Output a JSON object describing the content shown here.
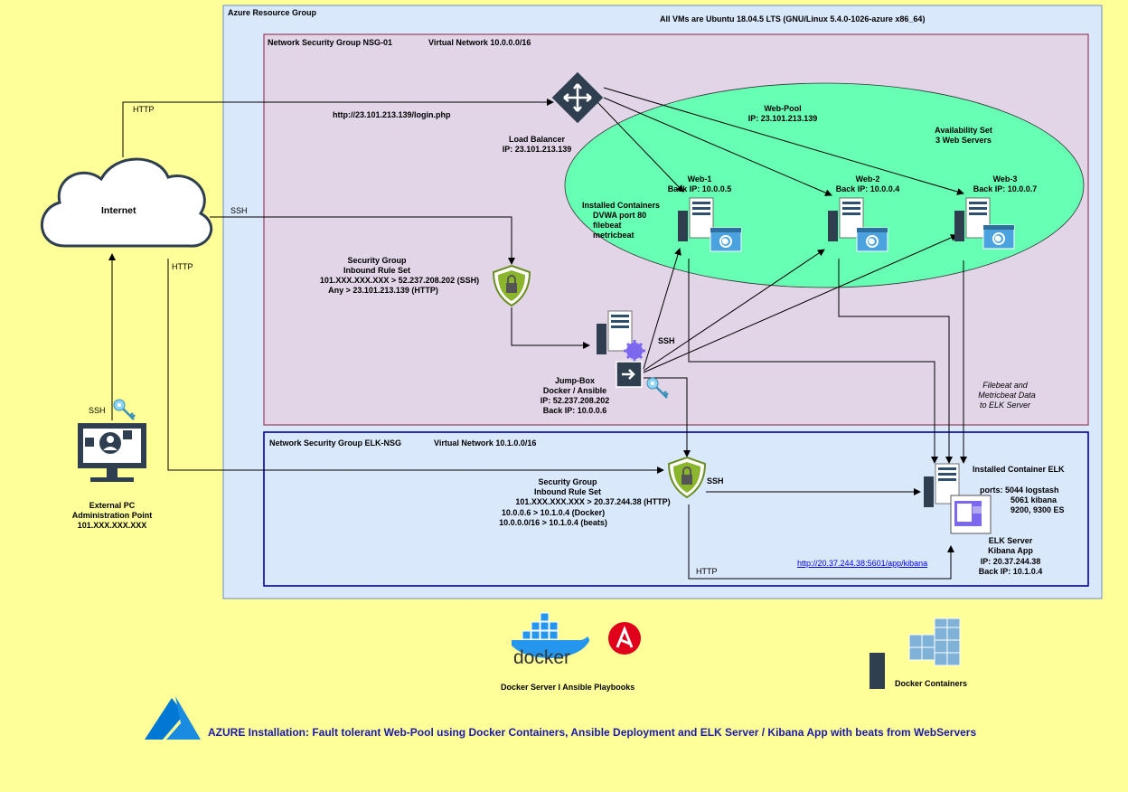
{
  "labels": {
    "resource_group": "Azure Resource Group",
    "os_note": "All VMs are Ubuntu 18.04.5 LTS (GNU/Linux 5.4.0-1026-azure x86_64)",
    "nsg1": "Network Security Group  NSG-01",
    "vnet1": "Virtual Network 10.0.0.0/16",
    "nsg2": "Network Security Group  ELK-NSG",
    "vnet2": "Virtual Network 10.1.0.0/16",
    "internet": "Internet",
    "http_top": "HTTP",
    "ssh_internet": "SSH",
    "http_internet": "HTTP",
    "ssh_pc": "SSH",
    "login_url": "http://23.101.213.139/login.php",
    "lb_title": "Load Balancer",
    "lb_ip": "IP: 23.101.213.139",
    "webpool_title": "Web-Pool",
    "webpool_ip": "IP: 23.101.213.139",
    "avail_line1": "Availability Set",
    "avail_line2": "3 Web Servers",
    "web1_title": "Web-1",
    "web1_ip": "Back IP: 10.0.0.5",
    "web2_title": "Web-2",
    "web2_ip": "Back IP: 10.0.0.4",
    "web3_title": "Web-3",
    "web3_ip": "Back IP: 10.0.0.7",
    "containers_line1": "Installed Containers",
    "containers_line2": "DVWA  port 80",
    "containers_line3": "filebeat",
    "containers_line4": "metricbeat",
    "sg1_line1": "Security Group",
    "sg1_line2": "Inbound Rule Set",
    "sg1_line3": "101.XXX.XXX.XXX > 52.237.208.202 (SSH)",
    "sg1_line4": "Any > 23.101.213.139 (HTTP)",
    "ssh_jump": "SSH",
    "jump_line1": "Jump-Box",
    "jump_line2": "Docker / Ansible",
    "jump_line3": "IP: 52.237.208.202",
    "jump_line4": "Back IP: 10.0.0.6",
    "beats_line1": "Filebeat and",
    "beats_line2": "Metricbeat Data",
    "beats_line3": "to ELK Server",
    "pc_line1": "External  PC",
    "pc_line2": "Administration Point",
    "pc_line3": "101.XXX.XXX.XXX",
    "sg2_line1": "Security Group",
    "sg2_line2": "Inbound Rule Set",
    "sg2_line3": "101.XXX.XXX.XXX > 20.37.244.38 (HTTP)",
    "sg2_line4": "10.0.0.6 > 10.1.0.4 (Docker)",
    "sg2_line5": "10.0.0.0/16 > 10.1.0.4 (beats)",
    "ssh_elk": "SSH",
    "http_elk": "HTTP",
    "kibana_url": "http://20.37.244.38:5601/app/kibana",
    "elk_container": "Installed Container  ELK",
    "ports_line1": "ports:  5044 logstash",
    "ports_line2": "5061 kibana",
    "ports_line3": "9200, 9300 ES",
    "elk_line1": "ELK Server",
    "elk_line2": "Kibana App",
    "elk_line3": "IP: 20.37.244.38",
    "elk_line4": "Back IP: 10.1.0.4",
    "docker_word": "docker",
    "legend_tools": "Docker Server   I   Ansible Playbooks",
    "legend_containers": "Docker Containers",
    "footer": "AZURE Installation: Fault tolerant Web-Pool using Docker Containers, Ansible Deployment and ELK Server / Kibana App with beats from WebServers"
  },
  "colors": {
    "background": "#ffff99",
    "resource_group_fill": "#dae8fc",
    "nsg1_fill": "#e1d5e7",
    "nsg1_border": "#9b3e5d",
    "nsg2_border": "#0000aa",
    "availability_set": "#66ffb3",
    "caption": "#1a1aa6",
    "docker_blue": "#2496ed",
    "ansible_red": "#e0001b",
    "azure_blue": "#0078d4"
  },
  "icons": [
    "cloud-icon",
    "router-icon",
    "server-icon",
    "web-globe-icon",
    "shield-lock-icon",
    "gear-icon",
    "login-arrow-icon",
    "key-icon",
    "monitor-user-icon",
    "kibana-app-icon",
    "docker-whale-icon",
    "ansible-icon",
    "cubes-icon",
    "azure-logo-icon"
  ]
}
